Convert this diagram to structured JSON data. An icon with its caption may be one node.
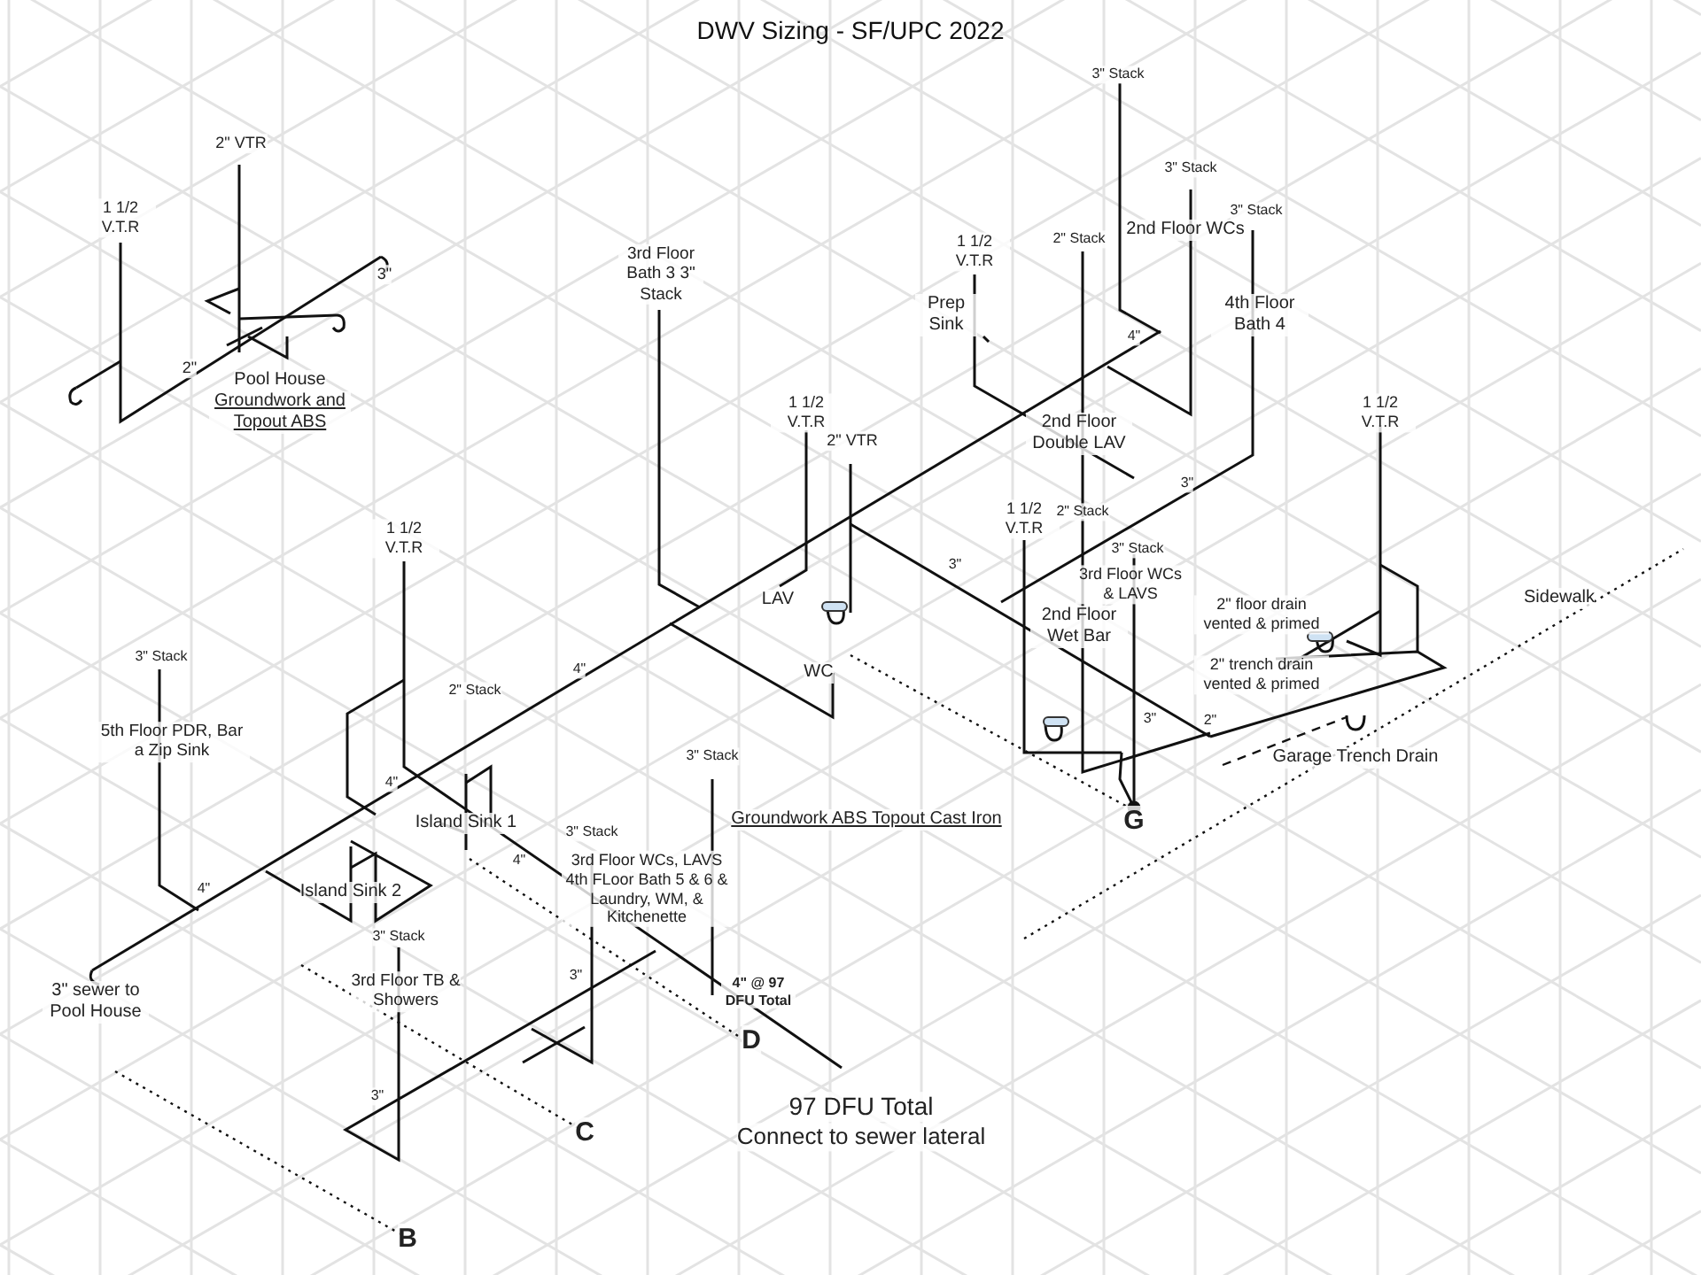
{
  "diagram": {
    "title": "DWV Sizing - SF/UPC 2022",
    "labels": [
      "2\" VTR",
      "1 1/2 V.T.R",
      "3\"",
      "2\"",
      "Pool House",
      "Groundwork and Topout ABS",
      "3\" Stack",
      "1 1/2 V.T.R",
      "3\" Stack",
      "2\" Stack",
      "2nd Floor WCs",
      "3\" Stack",
      "3rd Floor Bath 3 3\" Stack",
      "Prep Sink",
      "4\"",
      "4th Floor Bath 4",
      "2nd Floor Double LAV",
      "1 1/2 V.T.R",
      "2\" VTR",
      "3\"",
      "1 1/2 V.T.R",
      "2\" Stack",
      "3\" Stack",
      "1 1/2 V.T.R",
      "3\"",
      "3rd Floor WCs & LAVS",
      "LAV",
      "Sidewalk",
      "2nd Floor Wet Bar",
      "2\" floor drain vented & primed",
      "WC",
      "2\" trench drain vented & primed",
      "1 1/2 V.T.R",
      "2\" Stack",
      "4\"",
      "3\"",
      "2\"",
      "Garage Trench Drain",
      "3\" Stack",
      "5th Floor PDR, Bar a Zip Sink",
      "4\"",
      "Island Sink 1",
      "4\"",
      "3\" Stack",
      "Groundwork ABS Topout Cast Iron",
      "G",
      "3\" Stack",
      "3rd Floor WCs, LAVS 4th FLoor Bath 5 & 6 & Laundry, WM, & Kitchenette",
      "Island Sink 2",
      "4\"",
      "3\" Stack",
      "3\"",
      "4\" @ 97 DFU Total",
      "3rd Floor TB & Showers",
      "3\" sewer to Pool House",
      "D",
      "3\"",
      "97 DFU Total",
      "Connect to sewer lateral",
      "C",
      "B"
    ]
  }
}
